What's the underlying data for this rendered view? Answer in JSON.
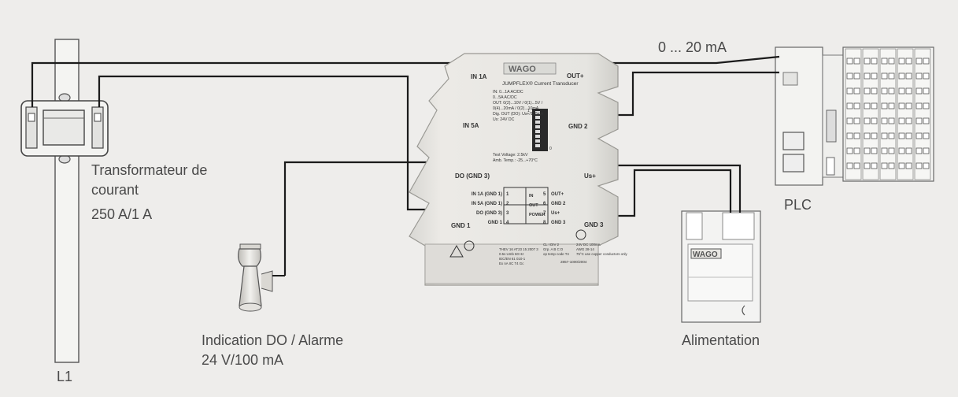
{
  "labels": {
    "transformer": [
      "Transformateur de",
      "courant",
      "250 A/1 A"
    ],
    "indication": [
      "Indication DO / Alarme",
      "24 V/100 mA"
    ],
    "line": "L1",
    "power_supply": "Alimentation",
    "plc": "PLC",
    "signal": "0 ... 20 mA"
  },
  "device": {
    "brand": "WAGO",
    "product": "JUMPFLEX® Current Transducer",
    "terminals": {
      "in_1a": "IN 1A",
      "in_5a": "IN 5A",
      "do": "DO (GND 3)",
      "gnd1": "GND 1",
      "out_plus": "OUT+",
      "gnd2": "GND 2",
      "us_plus": "Us+",
      "gnd3": "GND 3"
    },
    "spec_lines": [
      "IN:  0...1A AC/DC",
      "      0...5A AC/DC",
      "OUT: 0(2)...10V / 0(1)...5V /",
      "      0(4)...20mA / 0(2)...10mA",
      "Dig. OUT (DO): Us+/100mA",
      "Us:  24V DC"
    ],
    "test_lines": [
      "Test Voltage:  2.5kV",
      "Amb. Temp.:  -25...+70°C"
    ],
    "pinout": [
      {
        "left": "IN 1A (GND 1)",
        "a": "1",
        "mid": "IN",
        "b": "5",
        "right": "OUT+"
      },
      {
        "left": "IN 5A (GND 1)",
        "a": "2",
        "mid": "OUT",
        "b": "6",
        "right": "GND 2"
      },
      {
        "left": "DO (GND 3)",
        "a": "3",
        "mid": "POWER",
        "b": "7",
        "right": "Us+"
      },
      {
        "left": "GND 1",
        "a": "4",
        "mid": "",
        "b": "8",
        "right": "GND 3"
      }
    ],
    "dip_top": "1",
    "dip_bottom": "0",
    "model_text": [
      "THEV 16 AT23 15 2007 3",
      "0.5s Umb 60 Hz",
      "IEC/EN 61 010-1",
      "Ex nA IIC T4 Gc"
    ],
    "cert_text": [
      "CL I DIV 2",
      "Grp. A B C D",
      "op temp code T4"
    ],
    "ul_text": [
      "24V DC 100mA",
      "AWG 28-14",
      "75°C use copper conductors only"
    ],
    "part_number": "2857-1000/2004"
  },
  "colors": {
    "background": "#eeedeb",
    "wire": "#1b1b1b",
    "label": "#4a4a4a",
    "device": "#e4e3df"
  }
}
